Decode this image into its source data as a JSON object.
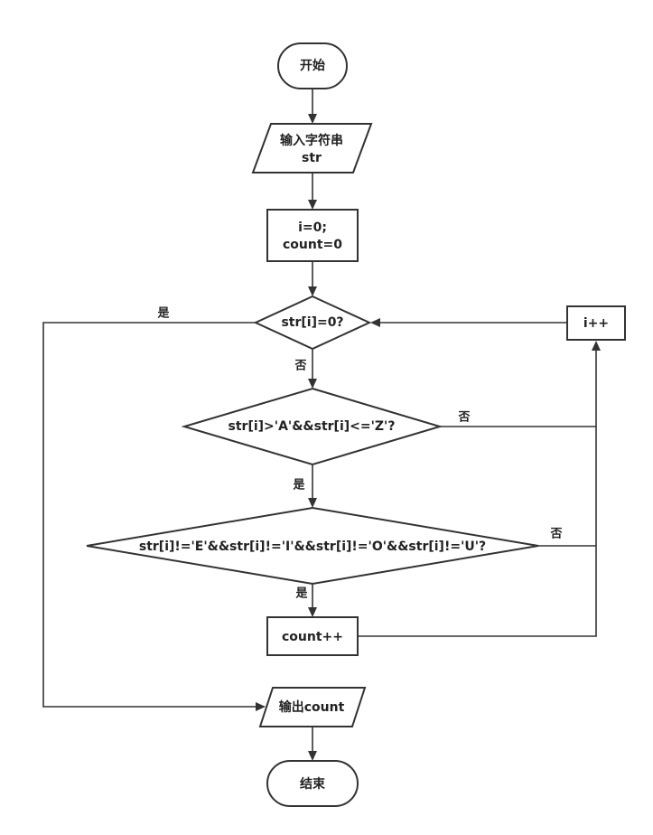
{
  "nodes": {
    "start": {
      "text": "开始"
    },
    "input": {
      "line1": "输入字符串",
      "line2": "str"
    },
    "init": {
      "line1": "i=0;",
      "line2": "count=0"
    },
    "check_end": {
      "text": "str[i]=0?"
    },
    "check_upper": {
      "text": "str[i]>'A'&&str[i]<='Z'?"
    },
    "check_vowel": {
      "text": "str[i]!='E'&&str[i]!='I'&&str[i]!='O'&&str[i]!='U'?"
    },
    "count_inc": {
      "text": "count++"
    },
    "i_inc": {
      "text": "i++"
    },
    "output": {
      "text": "输出count"
    },
    "end": {
      "text": "结束"
    }
  },
  "edges": {
    "end_yes": "是",
    "end_no": "否",
    "upper_yes": "是",
    "upper_no": "否",
    "vowel_yes": "是",
    "vowel_no": "否"
  }
}
